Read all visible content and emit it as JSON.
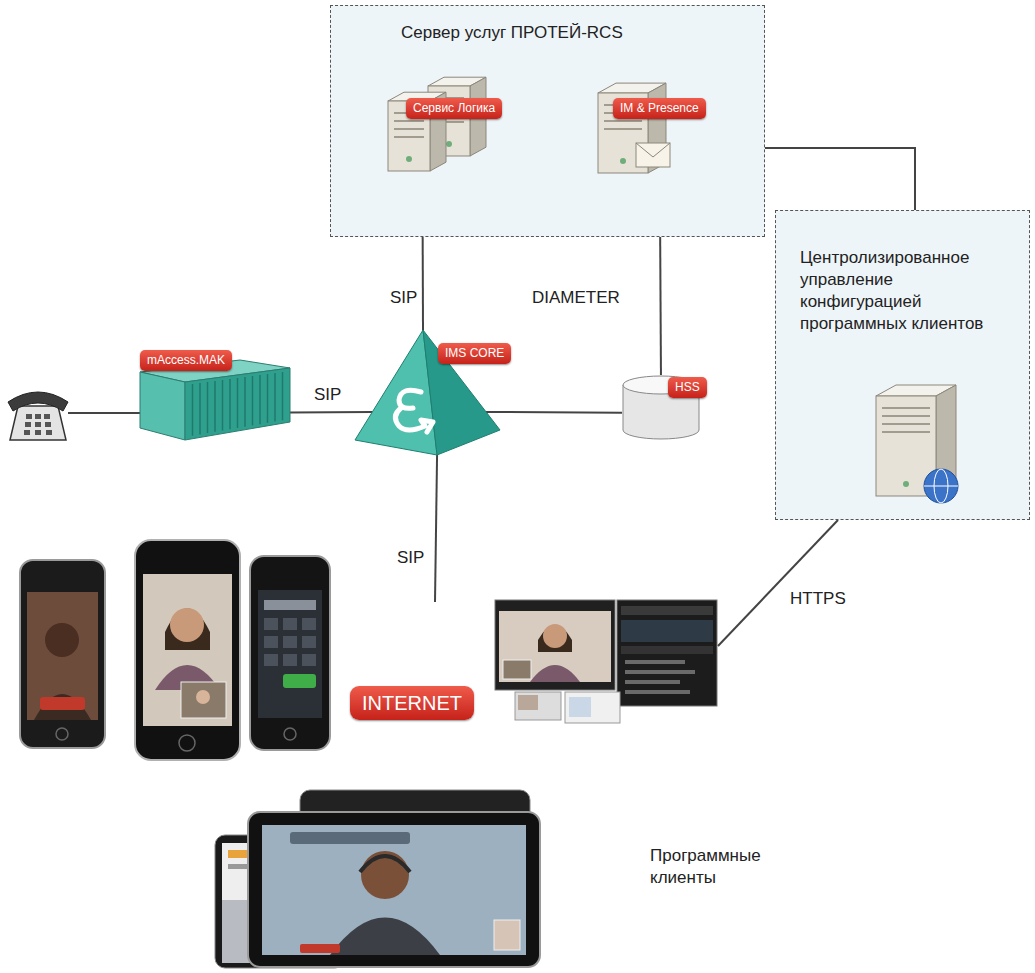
{
  "diagram": {
    "nodes": [
      {
        "text": [
          "Сервер услуг ПРОТЕЙ-RCS"
        ]
      },
      {
        "text": [
          "Сервис Логика"
        ],
        "in": 0
      },
      {
        "text": [
          "IM & Presence"
        ],
        "in": 0
      },
      {
        "text": [
          "Центролизированное управление конфигурацией программных клиентов"
        ]
      },
      {
        "text": [
          "mAccess.MAK"
        ]
      },
      {
        "text": [
          "IMS CORE"
        ]
      },
      {
        "text": [
          "HSS"
        ]
      },
      {
        "text": [
          "INTERNET"
        ]
      }
    ],
    "edges": [
      {
        "from": 0,
        "to": 5,
        "arrow": "none",
        "label": "SIP"
      },
      {
        "from": 0,
        "to": 6,
        "arrow": "none",
        "label": "DIAMETER"
      },
      {
        "from": 0,
        "to": 3,
        "arrow": "none"
      },
      {
        "from": 4,
        "to": 5,
        "arrow": "none",
        "label": "SIP"
      },
      {
        "from": 5,
        "to": 6,
        "arrow": "none"
      },
      {
        "from": 5,
        "to": 7,
        "arrow": "none",
        "label": "SIP"
      }
    ],
    "labels": [
      "HTTPS",
      "Программные клиенты"
    ]
  }
}
